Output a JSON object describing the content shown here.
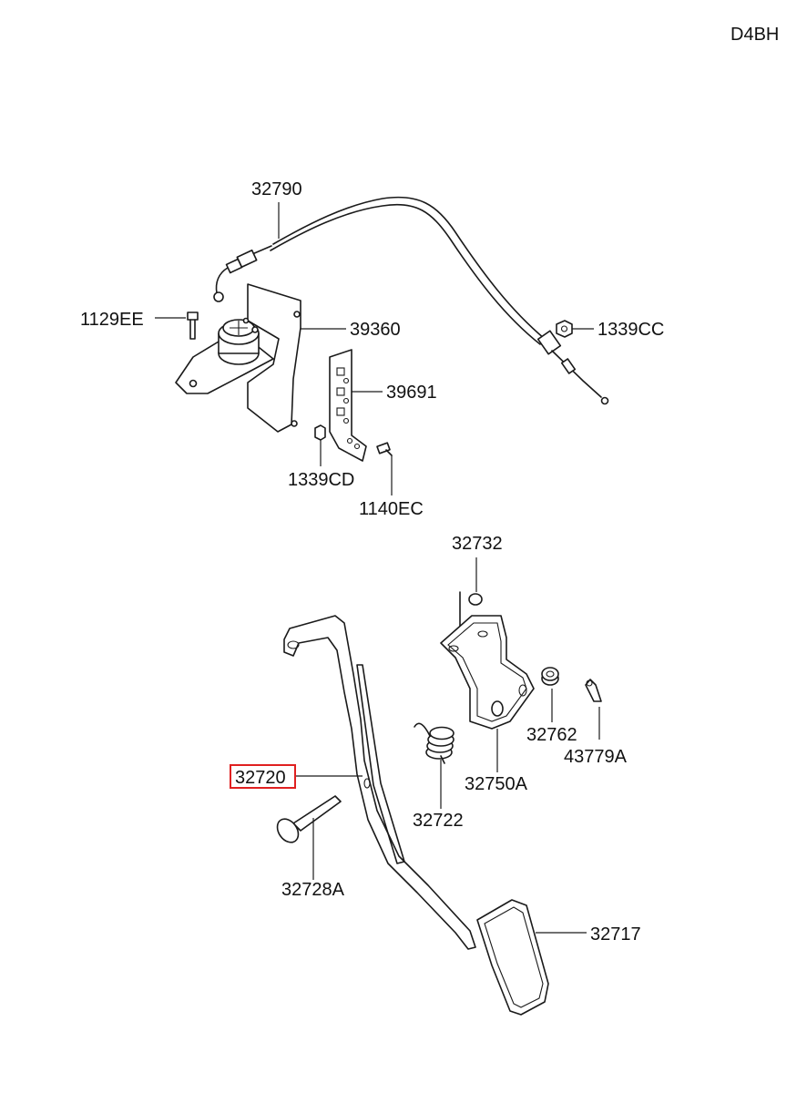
{
  "code": "D4BH",
  "labels": {
    "p32790": "32790",
    "p1129EE": "1129EE",
    "p39360": "39360",
    "p1339CC": "1339CC",
    "p39691": "39691",
    "p1339CD": "1339CD",
    "p1140EC": "1140EC",
    "p32732": "32732",
    "p32762": "32762",
    "p43779A": "43779A",
    "p32720": "32720",
    "p32750A": "32750A",
    "p32722": "32722",
    "p32728A": "32728A",
    "p32717": "32717"
  },
  "highlighted_part": "32720",
  "highlight_color": "#e02020"
}
